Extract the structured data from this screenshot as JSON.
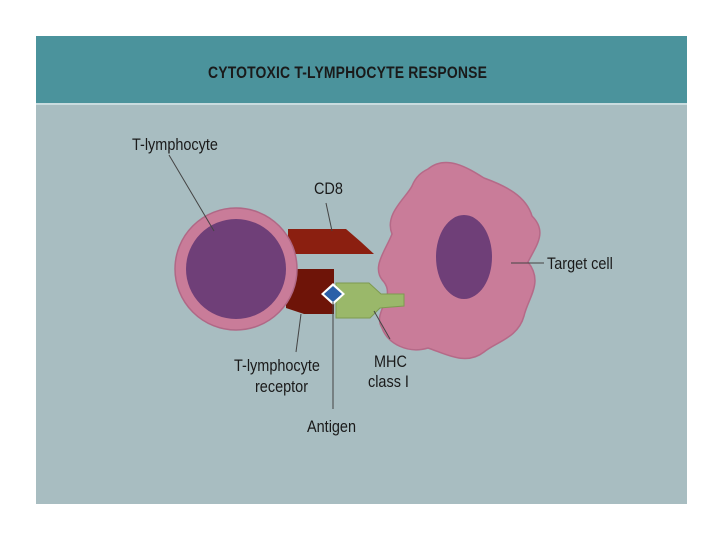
{
  "title": "CYTOTOXIC T-LYMPHOCYTE RESPONSE",
  "labels": {
    "t_lymphocyte": "T-lymphocyte",
    "cd8": "CD8",
    "target_cell": "Target cell",
    "receptor_line1": "T-lymphocyte",
    "receptor_line2": "receptor",
    "mhc_line1": "MHC",
    "mhc_line2": "class I",
    "antigen": "Antigen"
  },
  "colors": {
    "background": "#a8bdc1",
    "banner": "#4b939c",
    "cell_membrane": "#c97c99",
    "nucleus": "#6f3f78",
    "cd8": "#8b1f10",
    "receptor": "#6e1408",
    "mhc": "#9ab86a",
    "antigen": "#2a5fa8"
  }
}
